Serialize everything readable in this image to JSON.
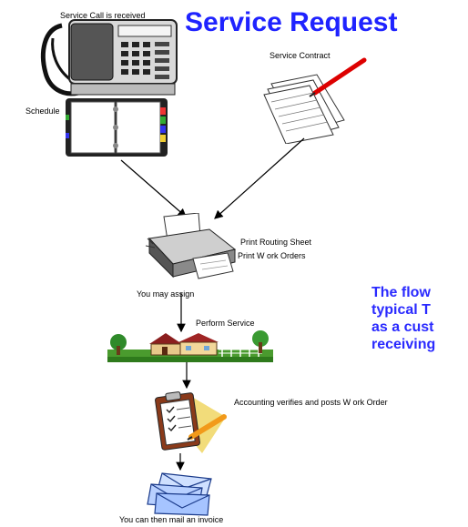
{
  "title": "Service Request",
  "labels": {
    "service_call": "Service Call is received",
    "service_contract": "Service Contract",
    "schedule": "Schedule",
    "print_routing": "Print Routing Sheet",
    "print_work_orders": "Print W ork Orders",
    "you_may_assign": "You may assign",
    "perform_service": "Perform Service",
    "accounting": "Accounting verifies and posts W ork Order",
    "mail_invoice": "You can then mail an invoice"
  },
  "description_lines": [
    "The flow",
    "typical T",
    "as a cust",
    "receiving"
  ],
  "colors": {
    "title": "#1f23ff",
    "description": "#2a2aff"
  },
  "icons": [
    "telephone-icon",
    "contract-pen-icon",
    "planner-binder-icon",
    "printer-icon",
    "house-landscape-icon",
    "clipboard-checklist-icon",
    "envelopes-icon"
  ]
}
